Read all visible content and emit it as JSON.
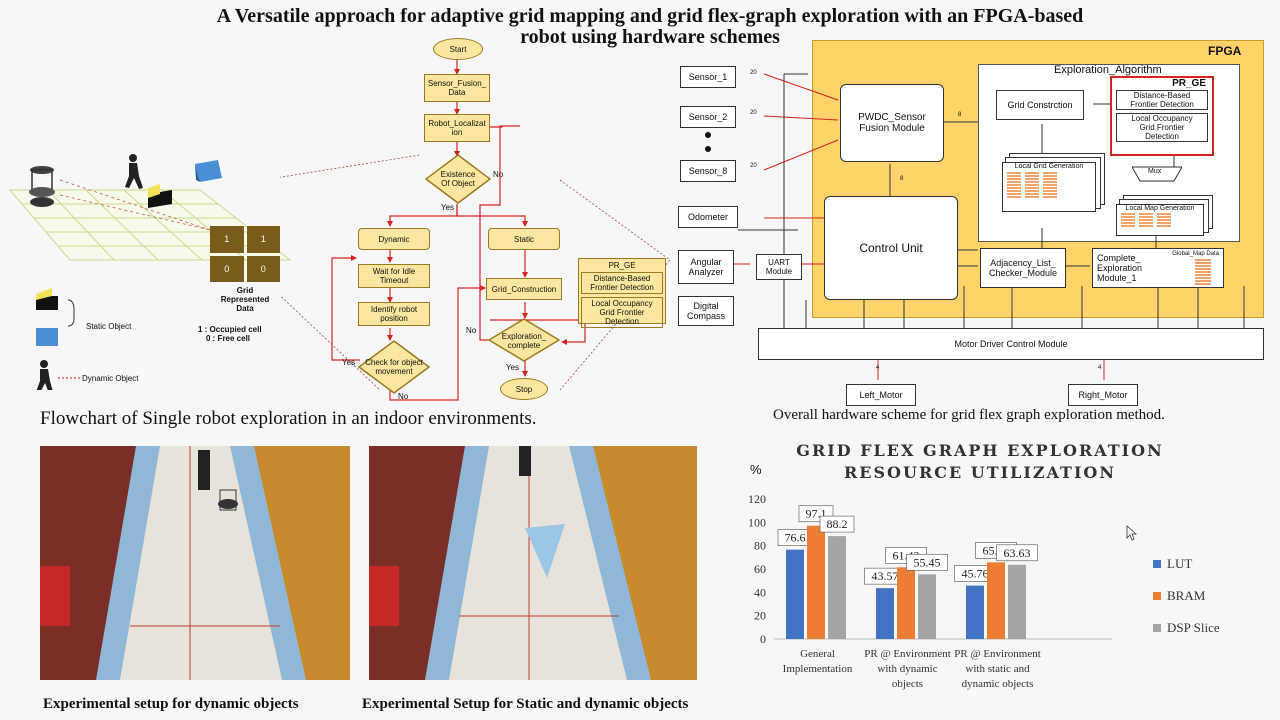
{
  "title_line1": "A Versatile approach for adaptive grid mapping and grid flex-graph exploration with an FPGA-based",
  "title_line2": "robot using hardware schemes",
  "left_panel": {
    "caption": "Flowchart of Single robot exploration in an indoor environments.",
    "grid_cells": [
      "1",
      "1",
      "0",
      "0"
    ],
    "grid_label": "Grid\nRepresented\nData",
    "grid_legend1": "1 : Occupied cell",
    "grid_legend2": "0 : Free cell",
    "static_label": "Static Object",
    "dynamic_label": "Dynamic Object",
    "flow": {
      "start": "Start",
      "sensor_fusion": "Sensor_Fusion_\nData",
      "robot_loc": "Robot_Localizat\nion",
      "existence": "Existence\nOf Object",
      "yes": "Yes",
      "no": "No",
      "no2": "No",
      "no3": "No",
      "yes2": "Yes",
      "yes3": "Yes",
      "dynamic": "Dynamic",
      "static": "Static",
      "wait": "Wait for Idle\nTimeout",
      "identify": "Identify robot\nposition",
      "check": "Check for object\nmovement",
      "grid_construction": "Grid_Construction",
      "prge_title": "PR_GE",
      "distance": "Distance-Based\nFrontier Detection",
      "local_occ": "Local Occupancy\nGrid Frontier\nDetection",
      "exploration_complete": "Exploration_\ncomplete",
      "stop": "Stop"
    }
  },
  "hardware": {
    "caption": "Overall hardware scheme for grid flex graph exploration method.",
    "fpga": "FPGA",
    "sensor1": "Sensor_1",
    "sensor2": "Sensor_2",
    "sensor8": "Sensor_8",
    "odometer": "Odometer",
    "angular": "Angular\nAnalyzer",
    "uart": "UART\nModule",
    "compass": "Digital\nCompass",
    "pwdc": "PWDC_Sensor\nFusion Module",
    "control": "Control Unit",
    "exploration_algorithm": "Exploration_Algorithm",
    "grid_constr": "Grid Constrction",
    "prge": "PR_GE",
    "dist_frontier": "Distance-Based\nFrontier Detection",
    "local_occ_frontier": "Local Occupancy\nGrid Frontier\nDetection",
    "local_grid_gen": "Local Grid Generation",
    "local_map_gen": "Local Map Generation",
    "mux": "Mux",
    "adjacency": "Adjacency_List_\nChecker_Module",
    "complete_exp": "Complete_\nExploration\nModule_1",
    "global_map": "Global_Map Data",
    "motor_driver": "Motor Driver Control Module",
    "left_motor": "Left_Motor",
    "right_motor": "Right_Motor",
    "bus20": "20",
    "bus8": "8",
    "bus4": "4"
  },
  "photos": {
    "caption1": "Experimental setup for dynamic objects",
    "caption2": "Experimental Setup for Static and dynamic objects"
  },
  "chart_data": {
    "type": "bar",
    "title": "GRID FLEX GRAPH EXPLORATION\nRESOURCE UTILIZATION",
    "ylabel": "%",
    "ylim": [
      0,
      120
    ],
    "yticks": [
      0,
      20,
      40,
      60,
      80,
      100,
      120
    ],
    "categories": [
      "General\nImplementation",
      "PR @ Environment\nwith dynamic\nobjects",
      "PR @ Environment\nwith static and\ndynamic objects"
    ],
    "series": [
      {
        "name": "LUT",
        "color": "#4472c4",
        "values": [
          76.6,
          43.57,
          45.76
        ]
      },
      {
        "name": "BRAM",
        "color": "#ed7d31",
        "values": [
          97.1,
          61.42,
          65.71
        ]
      },
      {
        "name": "DSP Slice",
        "color": "#a5a5a5",
        "values": [
          88.2,
          55.45,
          63.63
        ]
      }
    ],
    "legend": "right"
  },
  "colors": {
    "fpga_bg": "#fdd36a",
    "flow_fill": "#fbe7a1",
    "arrow_red": "#d9231e",
    "prge_border": "#d9231e"
  }
}
